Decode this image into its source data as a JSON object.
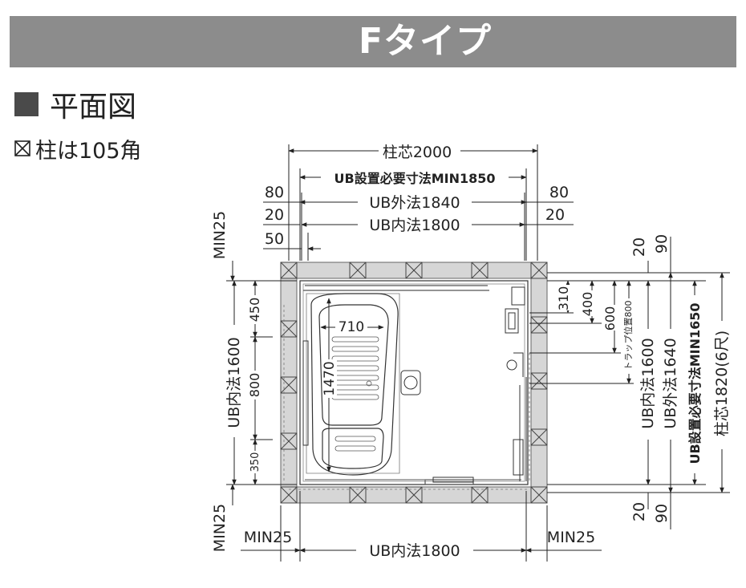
{
  "header": {
    "title": "Fタイプ"
  },
  "section": {
    "title": "平面図"
  },
  "note": {
    "text": "柱は105角"
  },
  "dims": {
    "top_pillar": "柱芯2000",
    "top_required": "UB設置必要寸法MIN1850",
    "top_outer": "UB外法1840",
    "top_inner": "UB内法1800",
    "left_80": "80",
    "left_20": "20",
    "left_50": "50",
    "right_80": "80",
    "right_20": "20",
    "min25_top_left": "MIN25",
    "min25_bottom_left": "MIN25",
    "min25_bottom_left_h": "MIN25",
    "min25_bottom_right_h": "MIN25",
    "bottom_inner": "UB内法1800",
    "left_inner": "UB内法1600",
    "left_450": "450",
    "left_800": "800",
    "left_350": "350",
    "right_top_20": "20",
    "right_top_90": "90",
    "right_bottom_20": "20",
    "right_bottom_90": "90",
    "right_310": "310",
    "right_400": "400",
    "right_600": "600",
    "right_trap": "トラップ位置800",
    "right_inner": "UB内法1600",
    "right_outer": "UB外法1640",
    "right_required": "UB設置必要寸法MIN1650",
    "right_pillar": "柱芯1820(6尺)",
    "tub_width": "710",
    "tub_length": "1470"
  }
}
